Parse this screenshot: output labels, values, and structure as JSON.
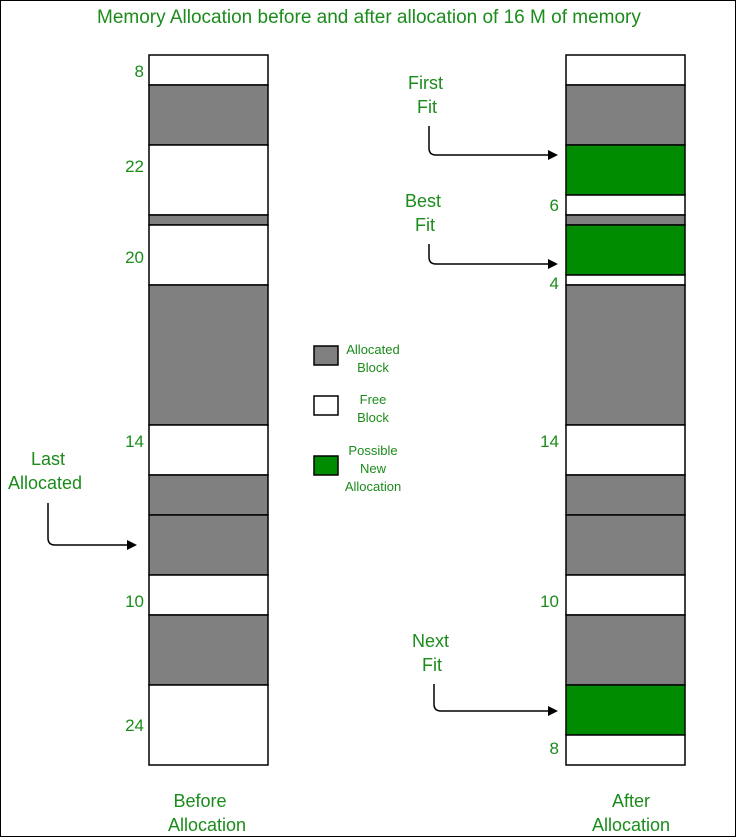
{
  "title": "Memory Allocation before and after allocation of 16 M of memory",
  "colors": {
    "allocated": "#808080",
    "free": "#ffffff",
    "possible_new": "#008c00",
    "text": "#1b8c1b"
  },
  "before": {
    "caption": [
      "Before",
      "Allocation"
    ],
    "blocks": [
      {
        "type": "free",
        "size_label": "8"
      },
      {
        "type": "allocated",
        "size_label": ""
      },
      {
        "type": "free",
        "size_label": "22"
      },
      {
        "type": "allocated",
        "size_label": ""
      },
      {
        "type": "free",
        "size_label": "20"
      },
      {
        "type": "allocated",
        "size_label": ""
      },
      {
        "type": "free",
        "size_label": "14"
      },
      {
        "type": "allocated",
        "size_label": ""
      },
      {
        "type": "allocated",
        "size_label": ""
      },
      {
        "type": "free",
        "size_label": "10"
      },
      {
        "type": "allocated",
        "size_label": ""
      },
      {
        "type": "free",
        "size_label": "24"
      }
    ]
  },
  "after": {
    "caption": [
      "After",
      "Allocation"
    ],
    "blocks": [
      {
        "type": "free",
        "size_label": ""
      },
      {
        "type": "allocated",
        "size_label": ""
      },
      {
        "type": "possible_new",
        "size_label": ""
      },
      {
        "type": "free",
        "size_label": "6"
      },
      {
        "type": "allocated",
        "size_label": ""
      },
      {
        "type": "possible_new",
        "size_label": ""
      },
      {
        "type": "free",
        "size_label": "4"
      },
      {
        "type": "allocated",
        "size_label": ""
      },
      {
        "type": "free",
        "size_label": "14"
      },
      {
        "type": "allocated",
        "size_label": ""
      },
      {
        "type": "allocated",
        "size_label": ""
      },
      {
        "type": "free",
        "size_label": "10"
      },
      {
        "type": "allocated",
        "size_label": ""
      },
      {
        "type": "possible_new",
        "size_label": ""
      },
      {
        "type": "free",
        "size_label": "8"
      }
    ]
  },
  "callouts": {
    "last_allocated": [
      "Last",
      "Allocated"
    ],
    "first_fit": [
      "First",
      "Fit"
    ],
    "best_fit": [
      "Best",
      "Fit"
    ],
    "next_fit": [
      "Next",
      "Fit"
    ]
  },
  "legend": [
    {
      "type": "allocated",
      "lines": [
        "Allocated",
        "Block"
      ]
    },
    {
      "type": "free",
      "lines": [
        "Free",
        "Block"
      ]
    },
    {
      "type": "possible_new",
      "lines": [
        "Possible",
        "New",
        "Allocation"
      ]
    }
  ]
}
